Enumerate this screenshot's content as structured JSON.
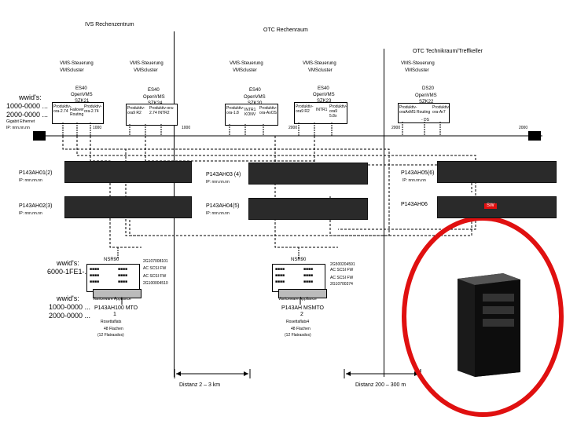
{
  "sites": {
    "site1": "IVS Rechenzentrum",
    "site2": "OTC Rechenraum",
    "site3": "OTC Technikraum/Treffkeller"
  },
  "cluster_header": {
    "steuerung": "VMS-Steuerung",
    "cluster": "VMScluster"
  },
  "servers": [
    {
      "model": "ES40",
      "os": "OpenVMS",
      "id": "SZK21",
      "left": "Produktiv-ora-2.74",
      "mid": "Failover Routing",
      "right": "Produktiv-ora-2.74"
    },
    {
      "model": "ES40",
      "os": "OpenVMS",
      "id": "SZK24",
      "left": "Produktiv-ora9 R2",
      "mid": "",
      "right": "Produktiv-ora-2.74 INTR2"
    },
    {
      "model": "ES40",
      "os": "OpenVMS",
      "id": "SZK20",
      "left": "Produktiv-ora-1.8",
      "mid": "INTR1 KONV",
      "right": "Produktiv-ora-AxOS"
    },
    {
      "model": "ES40",
      "os": "OpenVMS",
      "id": "SZK23",
      "left": "Produktiv-ora9 R2",
      "mid": "INTR1",
      "right": "Produktiv-ora9 5.8x"
    },
    {
      "model": "DS20",
      "os": "OpenVMS",
      "id": "SZK22",
      "left": "Produktiv-oraAxMS",
      "mid": "Routing",
      "right": "Produktiv-ora-Ar7",
      "extra": "- DS"
    }
  ],
  "wwids_top": {
    "label": "wwid's:",
    "line1": "1000-0000 ...",
    "line2": "2000-0000 ..."
  },
  "gigabit": "Gigabit Ethernet",
  "ip_mark": "IP: nnn.nn.nn",
  "port_labels": [
    "1000",
    "1000",
    "2000",
    "2000"
  ],
  "storage": [
    {
      "name": "P143AH01(2)",
      "ip": "IP: nnn.nn.nn"
    },
    {
      "name": "P143AH02(3)",
      "ip": "IP: nnn.nn.nn"
    },
    {
      "name": "P143AH03 (4)",
      "ip": "IP: nnn.nn.nn"
    },
    {
      "name": "P143AH04(5)",
      "ip": "IP: nnn.nn.nn"
    },
    {
      "name": "P143AH05(6)",
      "ip": "IP: nnn.nn.nn"
    },
    {
      "name": "P143AH06",
      "ip": ""
    }
  ],
  "switch_badge": "SW",
  "wwids_mid": {
    "label": "wwid's:",
    "value": "6000-1FE1-..."
  },
  "wwids_bottom": {
    "label": "wwid's:",
    "line1": "1000-0000 ...",
    "line2": "2000-0000 ..."
  },
  "sans": [
    {
      "title": "NSR90",
      "ids": [
        "2G107008101",
        "AC SCSI FW",
        "AC SCSI FW",
        "2G100004510"
      ],
      "appliance": "Vaniceware Appliance",
      "name": "P143AH100 MTO",
      "num": "1",
      "sub1": "Rosettaflats",
      "sub2": "48 Flachen",
      "sub3": "(12 Flatrasdos)"
    },
    {
      "title": "NSR90",
      "ids": [
        "2G500204591",
        "AC SCSI FW",
        "AC SCSI FW",
        "2G10700374"
      ],
      "appliance": "Vaniceware Appliance",
      "name": "P143AH MSMTO",
      "num": "2",
      "sub1": "Rosettaflats4",
      "sub2": "48 Flachen",
      "sub3": "(12 Flatrasdos)"
    }
  ],
  "distances": [
    "Distanz 2 – 3 km",
    "Distanz 200 – 300 m"
  ],
  "colors": {
    "highlight": "#e01010",
    "rack": "#111111",
    "panel": "#2a2a2a"
  }
}
